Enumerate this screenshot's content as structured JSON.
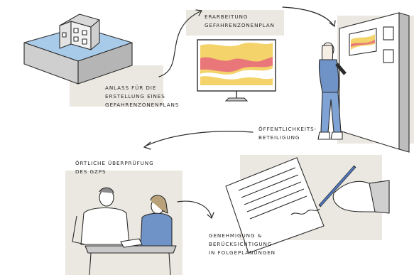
{
  "steps": [
    {
      "lines": [
        "Anlass für die",
        "Erstellung eines",
        "Gefahrenzonenplans"
      ]
    },
    {
      "lines": [
        "Erarbeitung",
        "Gefahrenzonenplan"
      ]
    },
    {
      "lines": [
        "Öffentlichkeits-",
        "Beteiligung"
      ]
    },
    {
      "lines": [
        "Örtliche Überprüfung",
        "des GZPs"
      ]
    },
    {
      "lines": [
        "Genehmigung &",
        "Berücksichtigung",
        "in Folgeplanungen"
      ]
    }
  ],
  "colors": {
    "ink": "#2b2b2b",
    "panel": "#ebe8e1",
    "water": "#a9cbea",
    "hazard_yellow": "#f3d36a",
    "hazard_red": "#e9777a",
    "shirt_blue": "#6f93c7",
    "jeans_blue": "#7fa3d4",
    "pen_blue": "#4f78bf"
  }
}
